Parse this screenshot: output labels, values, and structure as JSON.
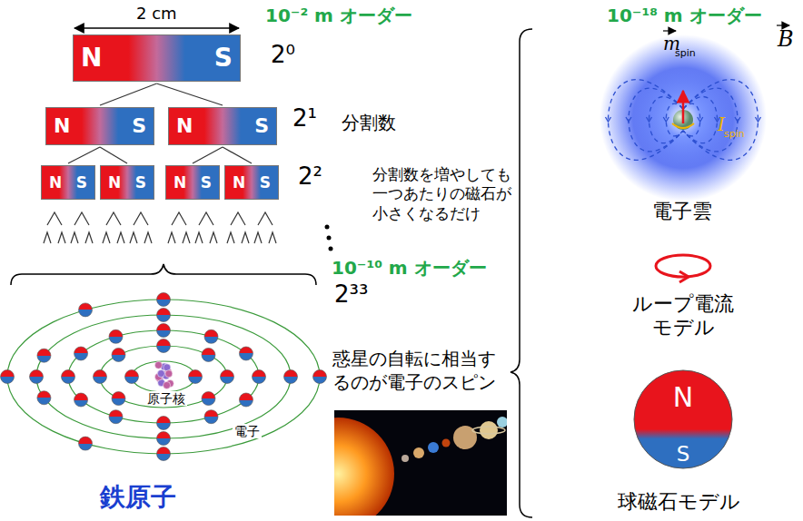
{
  "diagram": {
    "nodes": [
      {
        "text": [
          "N",
          "S"
        ]
      },
      {
        "text": [
          "N",
          "S"
        ]
      },
      {
        "text": [
          "N",
          "S"
        ]
      },
      {
        "text": [
          "N",
          "S"
        ]
      },
      {
        "text": [
          "N",
          "S"
        ]
      },
      {
        "text": [
          "N",
          "S"
        ]
      },
      {
        "text": [
          "N",
          "S"
        ]
      },
      {
        "text": [
          "N",
          "S"
        ]
      }
    ],
    "edges": [
      {
        "from": 0,
        "to": 1,
        "arrow": "none"
      },
      {
        "from": 0,
        "to": 2,
        "arrow": "none"
      },
      {
        "from": 1,
        "to": 3,
        "arrow": "none"
      },
      {
        "from": 1,
        "to": 4,
        "arrow": "none"
      },
      {
        "from": 2,
        "to": 5,
        "arrow": "none"
      },
      {
        "from": 2,
        "to": 6,
        "arrow": "none"
      }
    ],
    "labels": [
      "2 cm",
      "10⁻² m オーダー",
      "2⁰",
      "2¹",
      "分割数",
      "2²",
      "分割数を増やしても一つあたりの磁石が小さくなるだけ",
      "10⁻¹⁰ m オーダー",
      "2³³",
      "原子核",
      "電子",
      "鉄原子",
      "惑星の自転に相当するのが電子のスピン",
      "10⁻¹⁸ m オーダー",
      "m",
      "spin",
      "B",
      "I",
      "spin",
      "電子雲",
      "ループ電流モデル",
      "球磁石モデル"
    ]
  }
}
